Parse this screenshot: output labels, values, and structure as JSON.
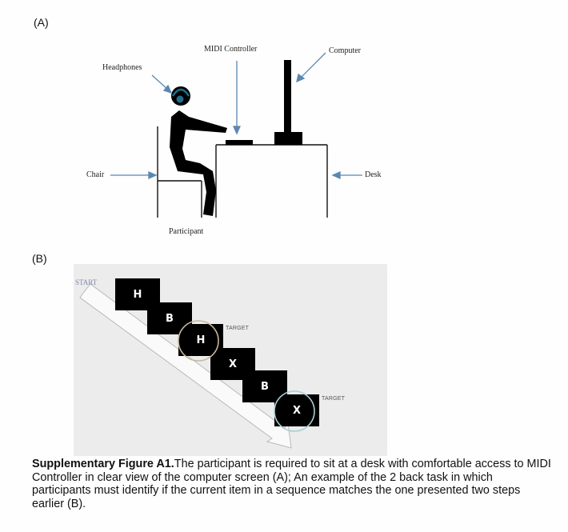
{
  "panel_a": {
    "label": "(A)",
    "labels": {
      "midi": "MIDI Controller",
      "computer": "Computer",
      "headphones": "Headphones",
      "chair": "Chair",
      "desk": "Desk",
      "participant": "Participant"
    }
  },
  "panel_b": {
    "label": "(B)",
    "start": "START",
    "cards": [
      "H",
      "B",
      "H",
      "X",
      "B",
      "X"
    ],
    "target_label": "TARGET"
  },
  "caption": {
    "title": "Supplementary Figure A1.",
    "text": "The participant is required to sit at a desk with comfortable access to MIDI Controller in clear view of the computer screen (A); An example of the 2 back task in which participants must identify if the current item in a sequence matches the one presented two steps earlier (B)."
  },
  "colors": {
    "headphone": "#1e6f8f",
    "target_ring_1": "#c9b79a",
    "target_ring_2": "#a9cdd6",
    "panel_bg": "#ececec"
  }
}
